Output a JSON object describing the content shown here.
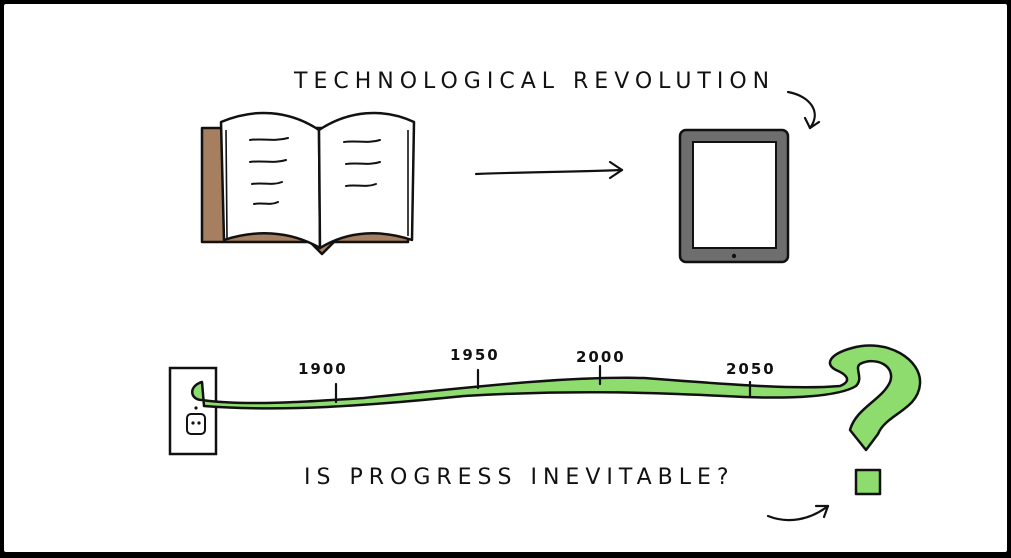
{
  "captions": {
    "top": "TECHNOLOGICAL REVOLUTION",
    "bottom": "IS PROGRESS INEVITABLE?"
  },
  "timeline": {
    "years": [
      "1900",
      "1950",
      "2000",
      "2050"
    ]
  },
  "colors": {
    "frame": "#000000",
    "background": "#ffffff",
    "cord_green": "#8fdc6e",
    "book_cover": "#a57f5f",
    "tablet_body": "#6e6e6e",
    "ink": "#111111"
  },
  "icons": [
    "open-book-icon",
    "tablet-icon",
    "wall-outlet-icon",
    "question-mark-icon",
    "arrow-icon"
  ]
}
